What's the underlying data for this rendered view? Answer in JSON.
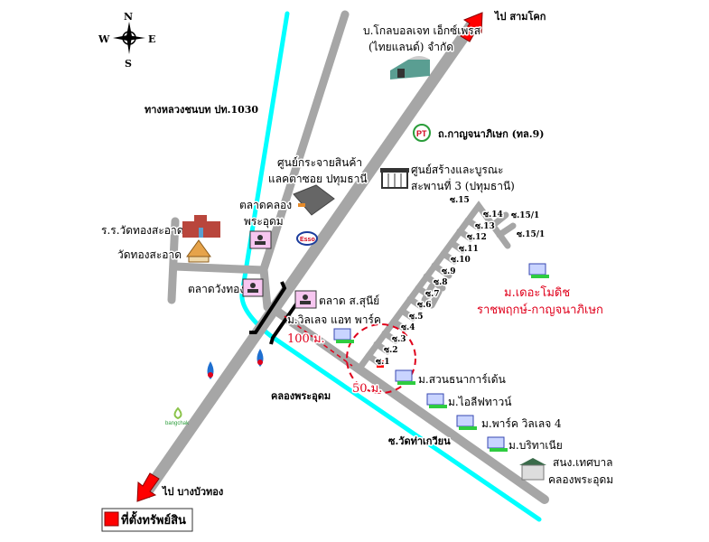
{
  "compass": {
    "n": "N",
    "s": "S",
    "e": "E",
    "w": "W"
  },
  "roads": {
    "main_road": "ถ.กาญจนาภิเษก (ทล.9)",
    "to_north": "ไป สามโคก",
    "to_south": "ไป บางบัวทอง",
    "highway_1030": "ทางหลวงชนบท ปท.1030",
    "soi_wat": "ซ.วัดท่าเกวียน",
    "canal": "คลองพระอุดม"
  },
  "sois": [
    "ซ.1",
    "ซ.2",
    "ซ.3",
    "ซ.4",
    "ซ.5",
    "ซ.6",
    "ซ.7",
    "ซ.8",
    "ซ.9",
    "ซ.10",
    "ซ.11",
    "ซ.12",
    "ซ.13",
    "ซ.14",
    "ซ.15",
    "ซ.15/1",
    "ซ.15/1"
  ],
  "places": {
    "kerry": "บ.โกลบอลเจท เอ็กซ์เพรส",
    "kerry2": "(ไทยแลนด์) จำกัด",
    "dc1": "ศูนย์กระจายสินค้า",
    "dc2": "แลคตาซอย ปทุมธานี",
    "bridge1": "ศูนย์สร้างและบูรณะ",
    "bridge2": "สะพานที่ 3 (ปทุมธานี)",
    "market_klong1": "ตลาดคลอง",
    "market_klong2": "พระอุดม",
    "school": "ร.ร.วัดทองสะอาด",
    "temple": "วัดทองสะอาด",
    "market_wang": "ตลาดวังทอง",
    "market_sunee": "ตลาด ส.สุนีย์",
    "village_villa": "ม.วิลเลจ แอท พาร์ค",
    "village_modish1": "ม.เดอะโมดิช",
    "village_modish2": "ราชพฤกษ์-กาญจนาภิเษก",
    "village_suan": "ม.สวนธนาการ์เด้น",
    "village_life": "ม.ไอลีฟทาวน์",
    "village_park": "ม.พาร์ค วิลเลจ 4",
    "village_brit": "ม.บริทาเนีย",
    "municipal1": "สนง.เทศบาล",
    "municipal2": "คลองพระอุดม",
    "esso": "Esso",
    "pt": "PT",
    "bangchak": "bangchak"
  },
  "distances": {
    "d100": "100 ม.",
    "d50": "50 ม."
  },
  "legend": {
    "label": "ที่ตั้งทรัพย์สิน"
  },
  "colors": {
    "road": "#a6a6a6",
    "canal": "#00ffff",
    "marker": "#ff0000",
    "accent_red": "#e0001b"
  }
}
